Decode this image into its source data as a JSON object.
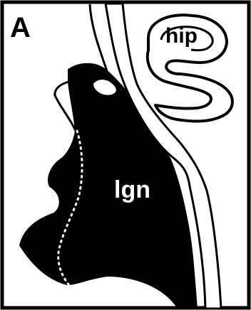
{
  "figure": {
    "panel_label": "A",
    "regions": [
      {
        "id": "hippocampus",
        "label": "hip"
      },
      {
        "id": "lateral-geniculate-nucleus",
        "label": "lgn"
      }
    ],
    "colors": {
      "ink": "#000000",
      "paper": "#ffffff",
      "boundary": "#ffffff"
    }
  }
}
